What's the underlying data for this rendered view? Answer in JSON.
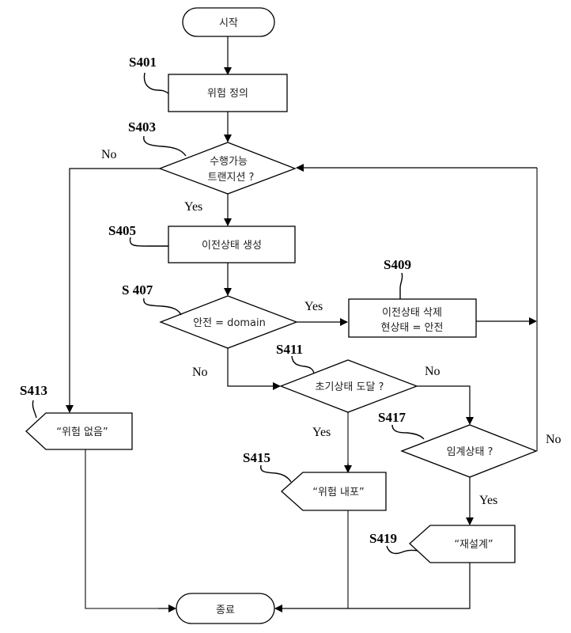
{
  "nodes": {
    "start": {
      "text": "시작"
    },
    "s401": {
      "step": "S401",
      "text": "위험 정의"
    },
    "s403": {
      "step": "S403",
      "line1": "수행가능",
      "line2": "트랜지션 ?"
    },
    "s405": {
      "step": "S405",
      "text": "이전상태 생성"
    },
    "s407": {
      "step": "S 407",
      "text": "안전 = domain"
    },
    "s409": {
      "step": "S409",
      "line1": "이전상태 삭제",
      "line2": "현상태 = 안전"
    },
    "s411": {
      "step": "S411",
      "text": "초기상태 도달 ?"
    },
    "s413": {
      "step": "S413",
      "text": "“위험 없음”"
    },
    "s415": {
      "step": "S415",
      "text": "“위험 내포”"
    },
    "s417": {
      "step": "S417",
      "text": "임계상태 ?"
    },
    "s419": {
      "step": "S419",
      "text": "“재설계”"
    },
    "end": {
      "text": "종료"
    }
  },
  "branches": {
    "s403_no": "No",
    "s403_yes": "Yes",
    "s407_yes": "Yes",
    "s407_no": "No",
    "s411_no": "No",
    "s411_yes": "Yes",
    "s417_no": "No",
    "s417_yes": "Yes"
  }
}
